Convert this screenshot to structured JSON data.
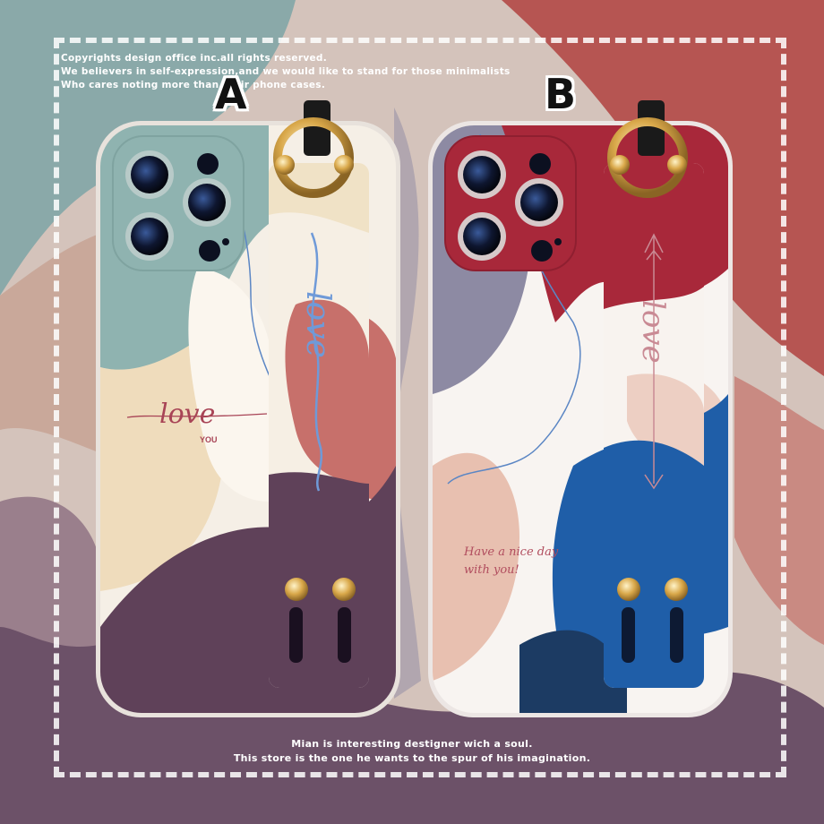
{
  "watermark": {
    "line1": "Copyrights design office inc.all rights reserved.",
    "line2": "We  believers in self-expression,and we would like to stand for those minimalists",
    "line3": "Who cares noting more than their phone cases."
  },
  "variants": {
    "a": {
      "label": "A",
      "script_text": "love",
      "sub_text": "YOU",
      "strap_text": "love"
    },
    "b": {
      "label": "B",
      "strap_text": "love",
      "message_line1": "Have a nice day",
      "message_line2": "with you!"
    }
  },
  "footer": {
    "line1": "Mian is interesting destigner wich a soul.",
    "line2": "This store is the one he wants to the spur of his imagination."
  },
  "colors": {
    "teal": "#8fb3b0",
    "cream": "#f0e5cf",
    "plum": "#5f4159",
    "terracotta": "#c7706b",
    "crimson": "#a8283a",
    "cobalt": "#1f5ea8",
    "navy": "#1c3b63",
    "blush": "#edcfc3",
    "gold": "#d9a84a"
  }
}
